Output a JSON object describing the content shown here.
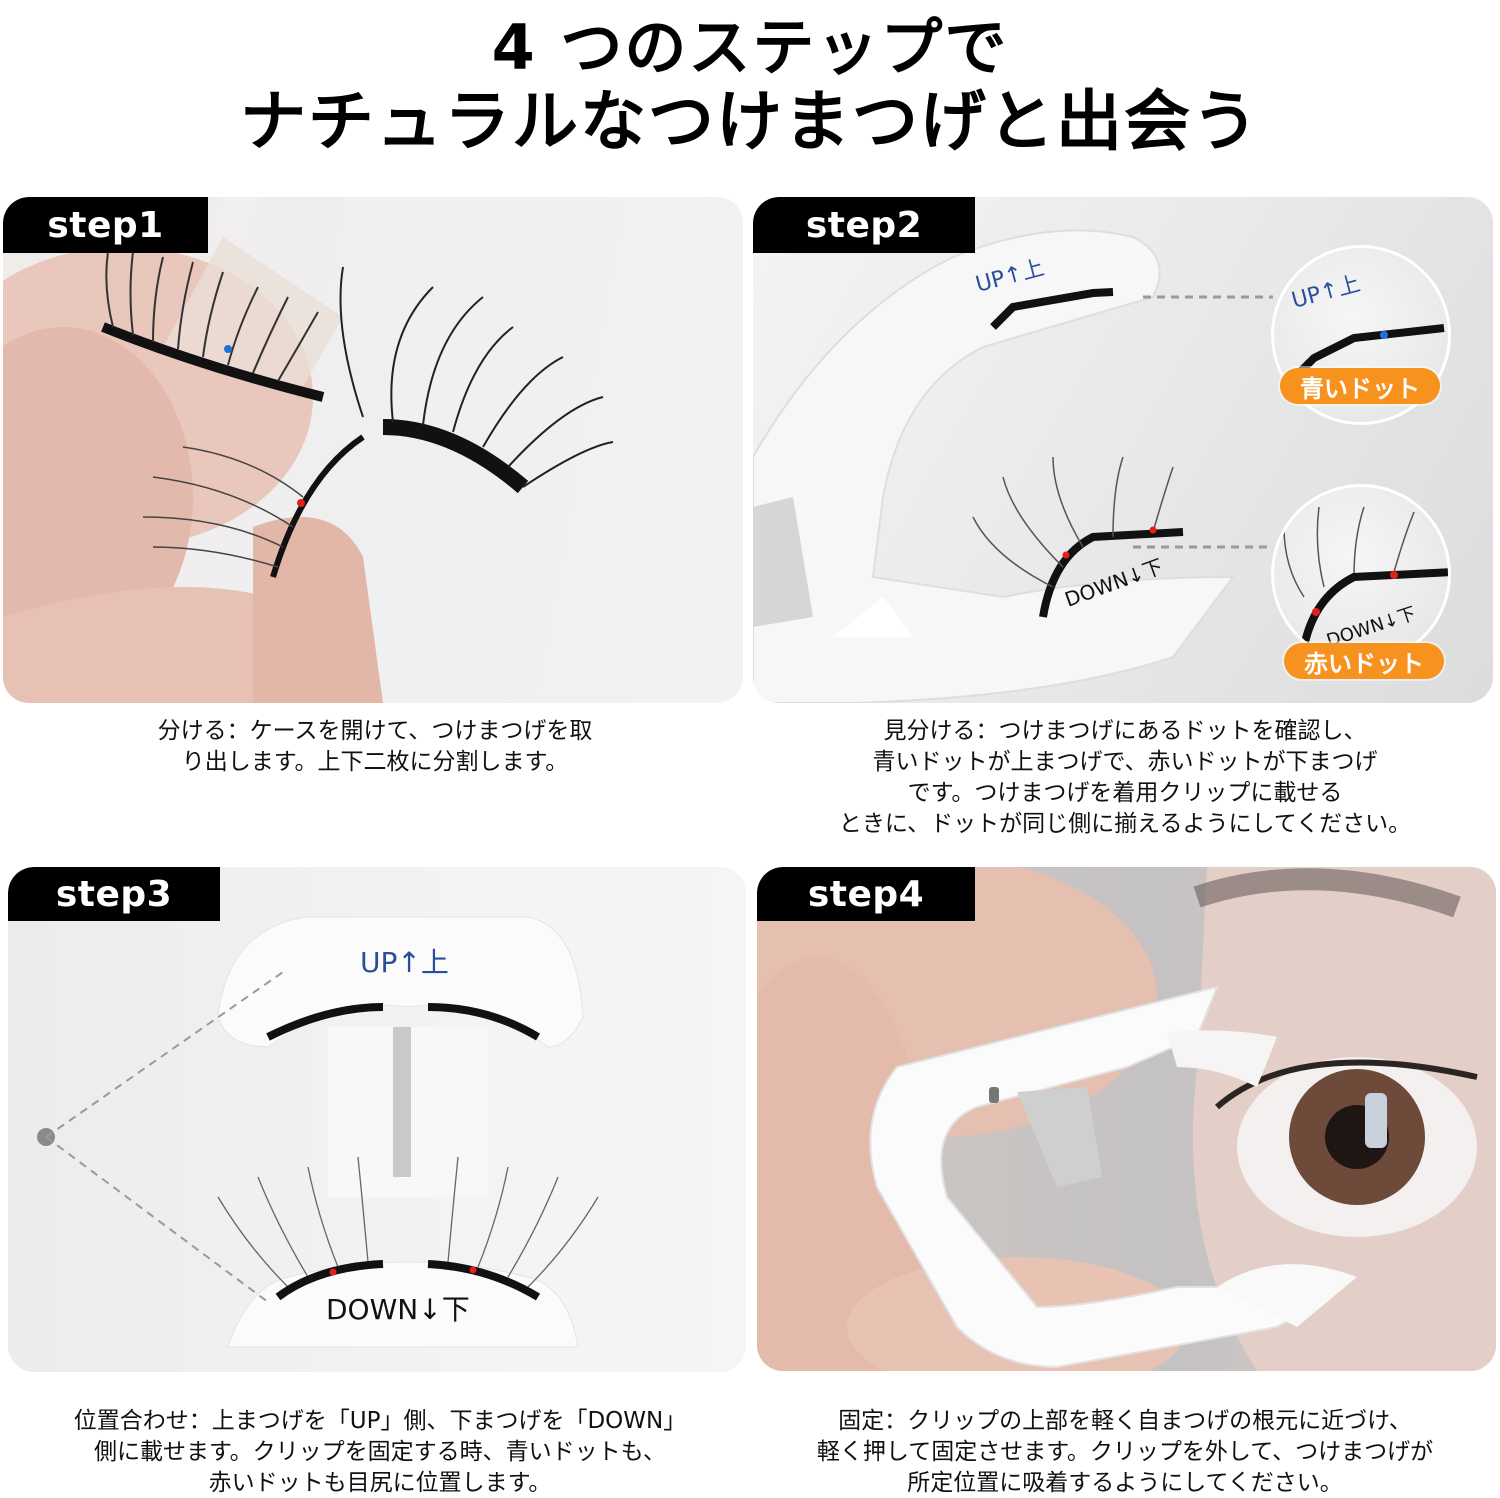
{
  "header": {
    "title_line1": "4 つのステップで",
    "title_line2": "ナチュラルなつけまつげと出会う"
  },
  "colors": {
    "badge_bg": "#000000",
    "badge_text": "#ffffff",
    "pill_orange": "#f7921e",
    "blue_dot": "#1e6fd9",
    "red_dot": "#e0201e",
    "up_label_blue": "#2a4f9a"
  },
  "steps": [
    {
      "badge": "step1",
      "image_desc": "fingers separating magnetic false eyelashes (blue dot on upper, red dot on lower)",
      "caption_lines": [
        "分ける：ケースを開けて、つけまつげを取",
        "り出します。上下二枚に分割します。"
      ]
    },
    {
      "badge": "step2",
      "image_desc": "applicator clip with UP and DOWN sides, zoom circles showing dots",
      "clip_labels": {
        "up": "UP↑上",
        "down": "DOWN↓下"
      },
      "callouts": [
        {
          "label": "青いドット",
          "icon": "magnifier-circle"
        },
        {
          "label": "赤いドット",
          "icon": "magnifier-circle"
        }
      ],
      "caption_lines": [
        "見分ける：つけまつげにあるドットを確認し、",
        "青いドットが上まつげで、赤いドットが下まつげ",
        "です。つけまつげを着用クリップに載せる",
        "ときに、ドットが同じ側に揃えるようにしてください。"
      ]
    },
    {
      "badge": "step3",
      "image_desc": "lashes placed on UP and DOWN sides of the clip",
      "clip_labels": {
        "up": "UP↑上",
        "down": "DOWN↓下"
      },
      "caption_lines": [
        "位置合わせ：上まつげを「UP」側、下まつげを「DOWN」",
        "側に載せます。クリップを固定する時、青いドットも、",
        "赤いドットも目尻に位置します。"
      ]
    },
    {
      "badge": "step4",
      "image_desc": "hand applying the clip to the eye to fix lashes",
      "caption_lines": [
        "固定：クリップの上部を軽く自まつげの根元に近づけ、",
        "軽く押して固定させます。クリップを外して、つけまつげが",
        "所定位置に吸着するようにしてください。"
      ]
    }
  ]
}
